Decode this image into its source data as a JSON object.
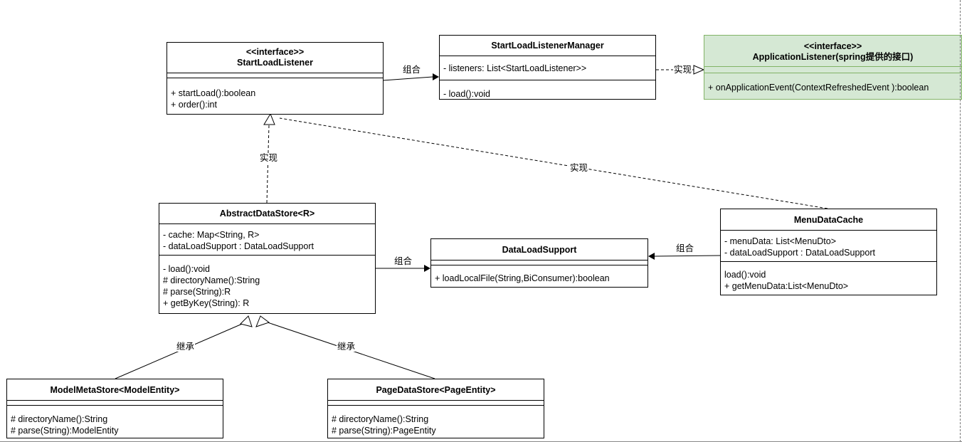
{
  "classes": {
    "start_load_listener": {
      "stereotype": "<<interface>>",
      "name": "StartLoadListener",
      "methods": [
        "+  startLoad():boolean",
        "+  order():int"
      ]
    },
    "start_load_listener_manager": {
      "name": "StartLoadListenerManager",
      "attributes": [
        "- listeners: List<StartLoadListener>>"
      ],
      "methods": [
        "-  load():void"
      ]
    },
    "application_listener": {
      "stereotype": "<<interface>>",
      "name": "ApplicationListener(spring提供的接口)",
      "methods": [
        "+  onApplicationEvent(ContextRefreshedEvent ):boolean"
      ],
      "fill_color": "#d5e8d4",
      "stroke_color": "#82b366"
    },
    "abstract_data_store": {
      "name": "AbstractDataStore<R>",
      "attributes": [
        "- cache: Map<String, R>",
        "- dataLoadSupport : DataLoadSupport"
      ],
      "methods": [
        "-  load():void",
        "#  directoryName():String",
        "#  parse(String):R",
        "+ getByKey(String): R"
      ]
    },
    "data_load_support": {
      "name": "DataLoadSupport",
      "methods": [
        "+  loadLocalFile(String,BiConsumer):boolean"
      ]
    },
    "menu_data_cache": {
      "name": "MenuDataCache",
      "attributes": [
        "- menuData: List<MenuDto>",
        "- dataLoadSupport : DataLoadSupport"
      ],
      "methods": [
        " load():void",
        "+  getMenuData:List<MenuDto>"
      ]
    },
    "model_meta_store": {
      "name": "ModelMetaStore<ModelEntity>",
      "methods": [
        "#  directoryName():String",
        "#  parse(String):ModelEntity"
      ]
    },
    "page_data_store": {
      "name": "PageDataStore<PageEntity>",
      "methods": [
        "#  directoryName():String",
        "#  parse(String):PageEntity"
      ]
    }
  },
  "edges": {
    "compose_manager": "组合",
    "implement_app_listener": "实现",
    "implement_abstract": "实现",
    "implement_menu": "实现",
    "compose_data_load_abstract": "组合",
    "compose_data_load_menu": "组合",
    "inherit_model": "继承",
    "inherit_page": "继承"
  }
}
